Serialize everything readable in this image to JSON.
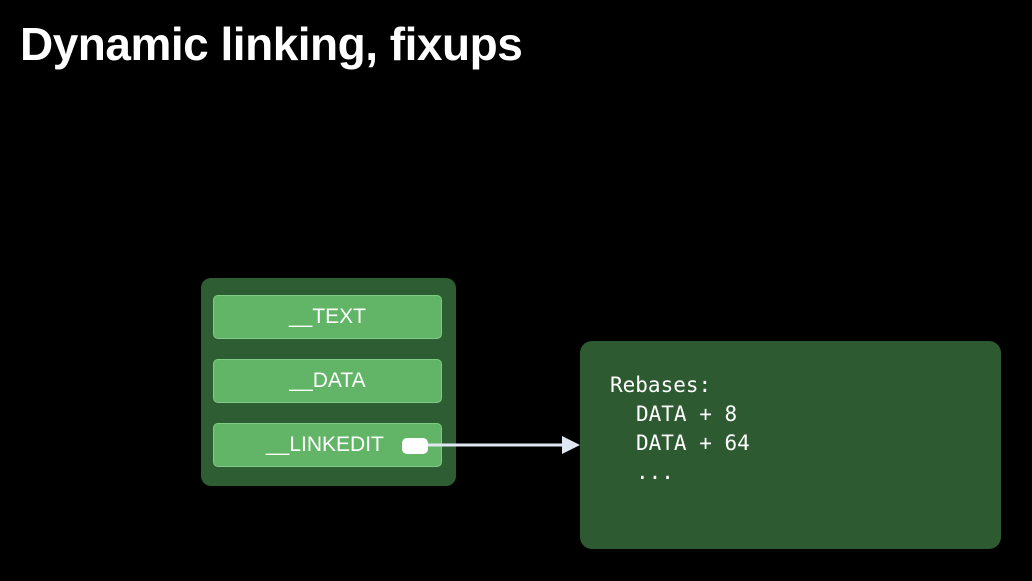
{
  "slide": {
    "title": "Dynamic linking, fixups"
  },
  "segments": [
    {
      "label": "__TEXT"
    },
    {
      "label": "__DATA"
    },
    {
      "label": "__LINKEDIT"
    }
  ],
  "fixup_info": {
    "lines": [
      "Rebases:",
      "DATA + 8",
      "DATA + 64",
      "..."
    ]
  },
  "colors": {
    "background": "#000000",
    "segment_fill": "#62b566",
    "container_fill": "#2f5d33",
    "info_box_fill": "#2d5a30",
    "arrow": "#dfe8f2"
  }
}
